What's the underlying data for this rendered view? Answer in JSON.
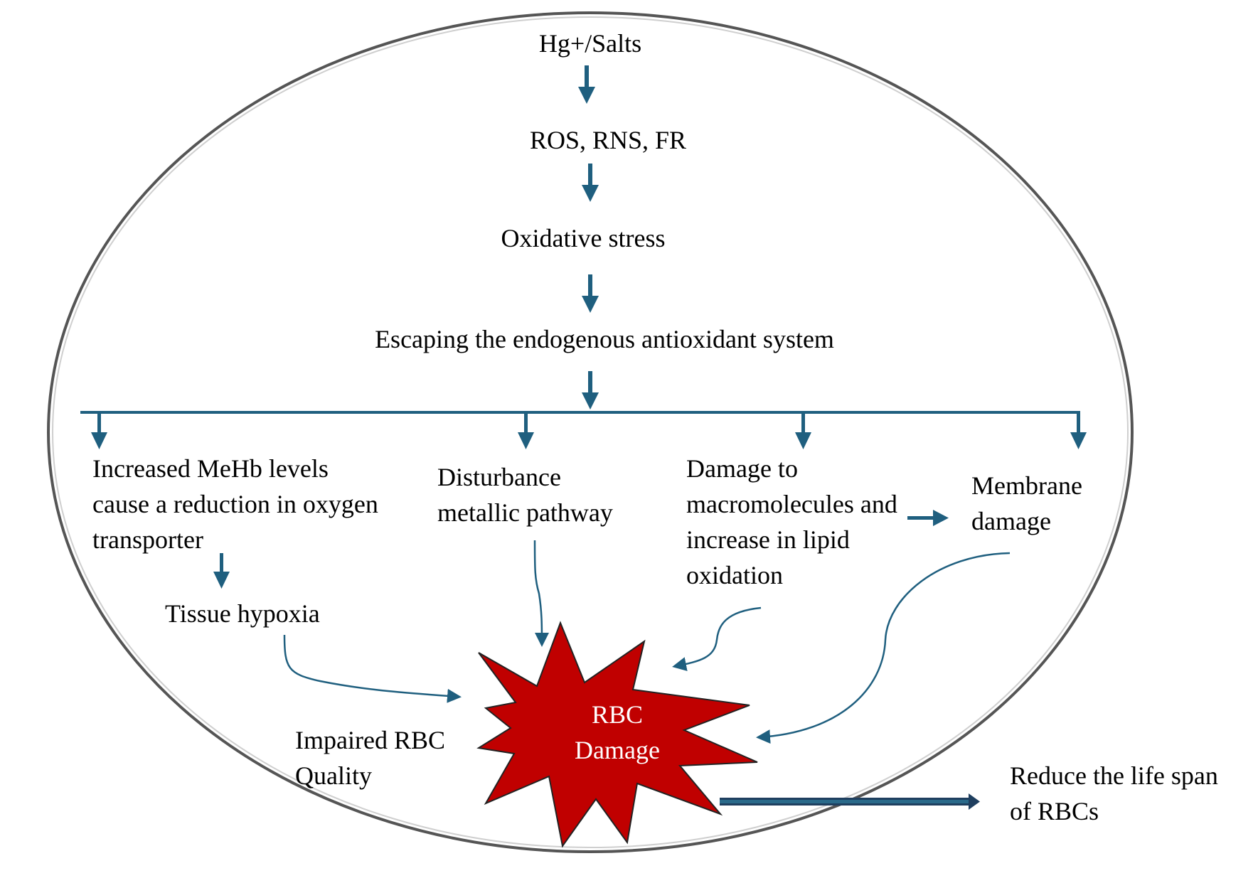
{
  "colors": {
    "arrow": "#1f5f7f",
    "outline": "#555555",
    "burst_fill": "#c00000",
    "burst_text": "#ffffff"
  },
  "nodes": {
    "hg_salts": "Hg+/Salts",
    "ros_rns_fr": "ROS, RNS, FR",
    "oxidative_stress": "Oxidative stress",
    "escaping": "Escaping the endogenous antioxidant system",
    "mehb": [
      "Increased  MeHb levels",
      "cause a reduction in oxygen",
      "transporter"
    ],
    "tissue_hypoxia": "Tissue hypoxia",
    "disturbance": [
      "Disturbance",
      "metallic pathway"
    ],
    "macromolecules": [
      "Damage to",
      "macromolecules and",
      "increase in lipid",
      "oxidation"
    ],
    "membrane": [
      "Membrane",
      "damage"
    ],
    "impaired_rbc": [
      "Impaired RBC",
      "Quality"
    ],
    "rbc_damage": [
      "RBC",
      "Damage"
    ],
    "life_span": [
      "Reduce the life span",
      "of RBCs"
    ]
  }
}
